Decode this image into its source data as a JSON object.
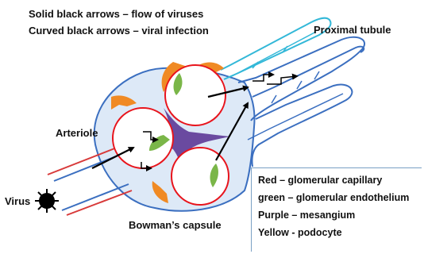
{
  "legend_top": {
    "line1": "Solid black arrows – flow of viruses",
    "line2": "Curved black arrows – viral infection"
  },
  "labels": {
    "proximal_tubule": "Proximal tubule",
    "arteriole": "Arteriole",
    "virus": "Virus",
    "bowmans_capsule": "Bowman’s capsule"
  },
  "legend_box": {
    "red": "Red – glomerular capillary",
    "green": "green – glomerular endothelium",
    "purple": "Purple – mesangium",
    "yellow": "Yellow - podocyte"
  },
  "colors": {
    "capillary": "#e8141c",
    "endothelium": "#7ab648",
    "mesangium": "#6a4aa0",
    "podocyte": "#f08a24",
    "capsule": "#3b6fc0",
    "tubule_cyan": "#33b8d8",
    "arteriole_red": "#d83a3a",
    "arteriole_blue": "#3b6fc0"
  }
}
